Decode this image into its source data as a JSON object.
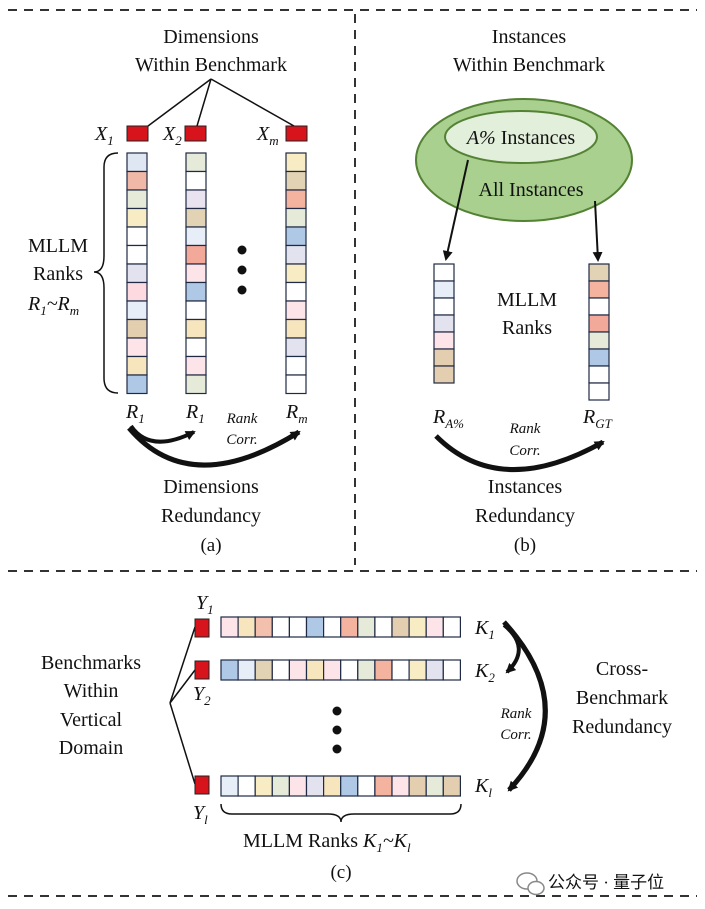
{
  "colors": {
    "red_node": "#d7131b",
    "ellipse_outer": "#a9d08e",
    "ellipse_inner": "#e2efda",
    "ellipse_stroke": "#548235",
    "cell_stroke": "#1f2a44"
  },
  "panel_a": {
    "title_line1": "Dimensions",
    "title_line2": "Within Benchmark",
    "nodes": [
      {
        "base": "X",
        "sub": "1"
      },
      {
        "base": "X",
        "sub": "2"
      },
      {
        "base": "X",
        "sub": "m"
      }
    ],
    "side_label_line1": "MLLM",
    "side_label_line2": "Ranks",
    "side_label_range": {
      "base1": "R",
      "sub1": "1",
      "sep": "~",
      "base2": "R",
      "sub2": "m"
    },
    "rank_labels": [
      {
        "base": "R",
        "sub": "1"
      },
      {
        "base": "R",
        "sub": "1"
      },
      {
        "base": "R",
        "sub": "m"
      }
    ],
    "corr_line1": "Rank",
    "corr_line2": "Corr.",
    "bottom_line1": "Dimensions",
    "bottom_line2": "Redundancy",
    "caption": "(a)",
    "columns": [
      [
        "#dfe7f3",
        "#f0b9a7",
        "#e6ebd9",
        "#f7ecc4",
        "#ffffff",
        "#ffffff",
        "#e3e3ef",
        "#fdd9e0",
        "#e8eef7",
        "#e3ceb0",
        "#fde4e8",
        "#f7e5be",
        "#aec8e6"
      ],
      [
        "#e6ebd9",
        "#ffffff",
        "#e8e3ee",
        "#e2d3b4",
        "#e7eef8",
        "#f3a99a",
        "#fde4e8",
        "#aec8e6",
        "#ffffff",
        "#f7e5be",
        "#ffffff",
        "#fde4e8",
        "#e6ebd9"
      ],
      [
        "#f7ecc4",
        "#e2d3b4",
        "#f3b39f",
        "#e6ebd9",
        "#aec8e6",
        "#e3e3ef",
        "#f7ecc4",
        "#ffffff",
        "#fde4e8",
        "#f7e5be",
        "#e3e3ef",
        "#ffffff",
        "#ffffff"
      ]
    ]
  },
  "panel_b": {
    "title_line1": "Instances",
    "title_line2": "Within Benchmark",
    "inner_ellipse_label": {
      "ital": "A%",
      "rest": " Instances"
    },
    "outer_ellipse_label": "All Instances",
    "center_line1": "MLLM",
    "center_line2": "Ranks",
    "rank_left": {
      "base": "R",
      "sub": "A%"
    },
    "rank_right": {
      "base": "R",
      "sub": "GT"
    },
    "corr_line1": "Rank",
    "corr_line2": "Corr.",
    "bottom_line1": "Instances",
    "bottom_line2": "Redundancy",
    "caption": "(b)",
    "columns": [
      [
        "#ffffff",
        "#e8eef7",
        "#ffffff",
        "#e3e3ef",
        "#fde4e8",
        "#e3ceb0",
        "#e3ceb0"
      ],
      [
        "#e2d3b4",
        "#f3b39f",
        "#ffffff",
        "#f3a99a",
        "#e6ebd9",
        "#aec8e6",
        "#ffffff",
        "#ffffff"
      ]
    ]
  },
  "panel_c": {
    "nodes": [
      {
        "base": "Y",
        "sub": "1"
      },
      {
        "base": "Y",
        "sub": "2"
      },
      {
        "base": "Y",
        "sub": "l"
      }
    ],
    "rank_labels": [
      {
        "base": "K",
        "sub": "1"
      },
      {
        "base": "K",
        "sub": "2"
      },
      {
        "base": "K",
        "sub": "l"
      }
    ],
    "left_label": [
      "Benchmarks",
      "Within",
      "Vertical",
      "Domain"
    ],
    "corr_line1": "Rank",
    "corr_line2": "Corr.",
    "right_label": [
      "Cross-",
      "Benchmark",
      "Redundancy"
    ],
    "bottom_label": {
      "text": "MLLM Ranks ",
      "base1": "K",
      "sub1": "1",
      "sep": "~",
      "base2": "K",
      "sub2": "l"
    },
    "caption": "(c)",
    "rows": [
      [
        "#fde4e8",
        "#f7e5be",
        "#f3c0ae",
        "#ffffff",
        "#ffffff",
        "#aec8e6",
        "#ffffff",
        "#f3b39f",
        "#e6ebd9",
        "#ffffff",
        "#e3ceb0",
        "#f7ecc4",
        "#fde4e8",
        "#ffffff"
      ],
      [
        "#aec8e6",
        "#e8eef7",
        "#e2d3b4",
        "#ffffff",
        "#fde4e8",
        "#f7e5be",
        "#fde4e8",
        "#ffffff",
        "#e6ebd9",
        "#f3b39f",
        "#ffffff",
        "#f7ecc4",
        "#e3e3ef",
        "#ffffff"
      ],
      [
        "#e8eef7",
        "#ffffff",
        "#f7ecc4",
        "#e6ebd9",
        "#fde4e8",
        "#e3e3ef",
        "#f7e5be",
        "#aec8e6",
        "#ffffff",
        "#f3b39f",
        "#fde4e8",
        "#e3ceb0",
        "#e6ebd9",
        "#e3ceb0"
      ]
    ]
  },
  "watermark": "公众号 · 量子位"
}
